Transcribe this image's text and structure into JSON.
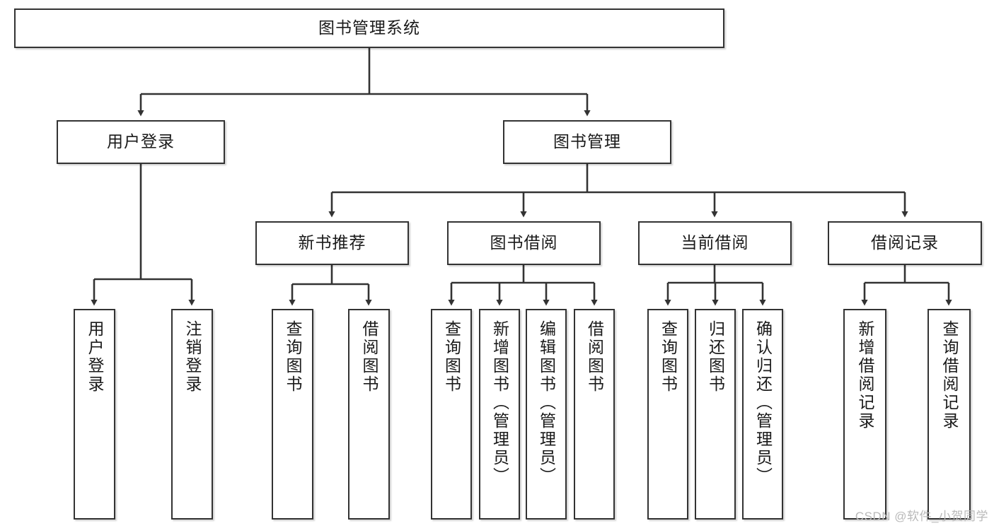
{
  "diagram": {
    "title": "图书管理系统",
    "watermark": "CSDN @软件_小贺同学",
    "colors": {
      "stroke": "#333333",
      "text": "#1a1a1a",
      "background": "#ffffff",
      "watermark": "#b9b9b9"
    },
    "nodes": {
      "root": {
        "label": "图书管理系统"
      },
      "level2": [
        {
          "label": "用户登录"
        },
        {
          "label": "图书管理"
        }
      ],
      "level3": [
        {
          "label": "新书推荐"
        },
        {
          "label": "图书借阅"
        },
        {
          "label": "当前借阅"
        },
        {
          "label": "借阅记录"
        }
      ],
      "leaves": {
        "user_login": [
          {
            "label": "用户登录"
          },
          {
            "label": "注销登录"
          }
        ],
        "new_book_recommend": [
          {
            "label": "查询图书"
          },
          {
            "label": "借阅图书"
          }
        ],
        "book_borrow": [
          {
            "label": "查询图书"
          },
          {
            "label": "新增图书（管理员）"
          },
          {
            "label": "编辑图书（管理员）"
          },
          {
            "label": "借阅图书"
          }
        ],
        "current_borrow": [
          {
            "label": "查询图书"
          },
          {
            "label": "归还图书"
          },
          {
            "label": "确认归还（管理员）"
          }
        ],
        "borrow_record": [
          {
            "label": "新增借阅记录"
          },
          {
            "label": "查询借阅记录"
          }
        ]
      }
    }
  }
}
